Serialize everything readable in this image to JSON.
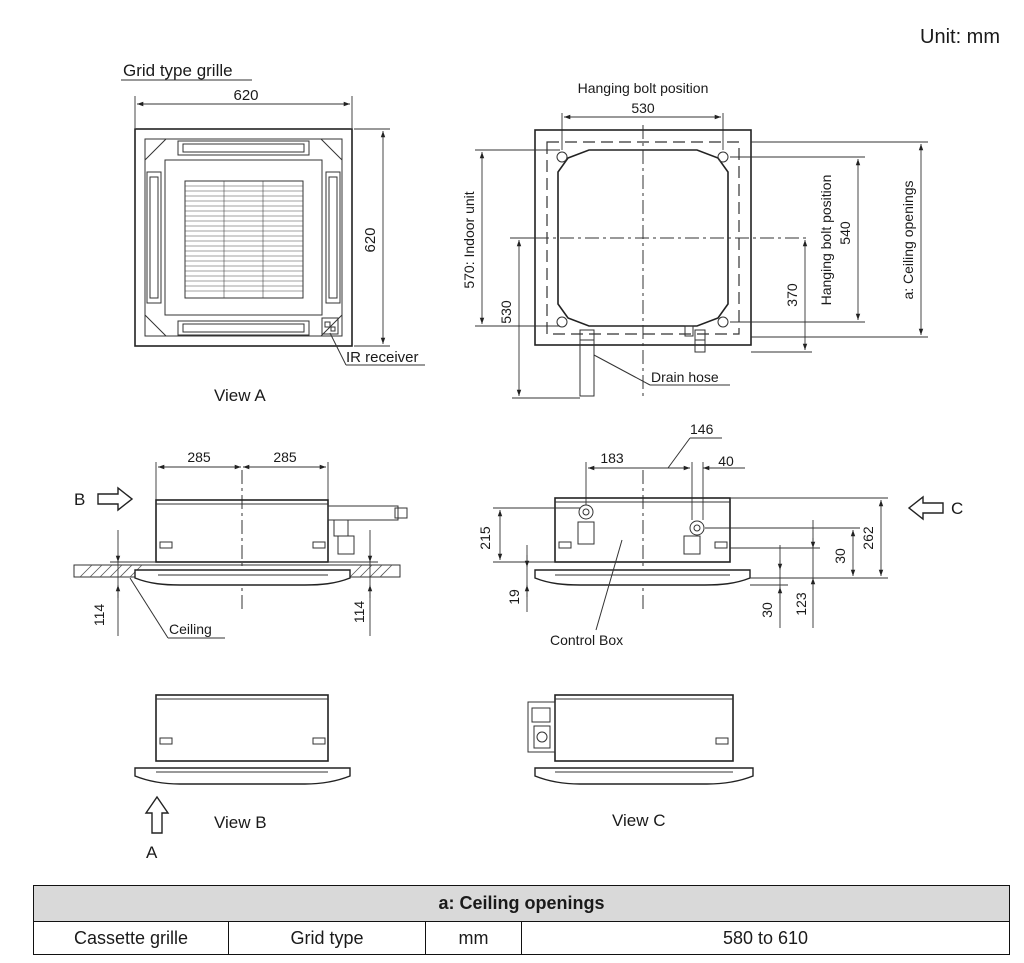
{
  "unit_label": "Unit: mm",
  "view_a": {
    "title": "Grid type grille",
    "width": "620",
    "height": "620",
    "ir_receiver": "IR receiver",
    "caption": "View A"
  },
  "top_view": {
    "hanging_bolt_position": "Hanging bolt position",
    "bolt_width": "530",
    "indoor_unit": "570: Indoor unit",
    "left_530": "530",
    "hanging_bolt_position_v": "Hanging bolt position",
    "bolt_540": "540",
    "dim_370": "370",
    "ceiling_openings": "a: Ceiling openings",
    "drain_hose": "Drain hose"
  },
  "side_b": {
    "dim_left": "285",
    "dim_right": "285",
    "arrow_label": "B",
    "dim_114_left": "114",
    "dim_114_right": "114",
    "ceiling": "Ceiling"
  },
  "side_c": {
    "dim_146": "146",
    "dim_183": "183",
    "dim_40": "40",
    "arrow_label": "C",
    "dim_215": "215",
    "dim_262": "262",
    "dim_30_upper": "30",
    "dim_19": "19",
    "dim_30_lower": "30",
    "dim_123": "123",
    "control_box": "Control Box"
  },
  "view_b": {
    "caption": "View B",
    "arrow_label": "A"
  },
  "view_c": {
    "caption": "View C"
  },
  "table": {
    "header": "a: Ceiling openings",
    "row": [
      "Cassette grille",
      "Grid type",
      "mm",
      "580 to 610"
    ]
  }
}
